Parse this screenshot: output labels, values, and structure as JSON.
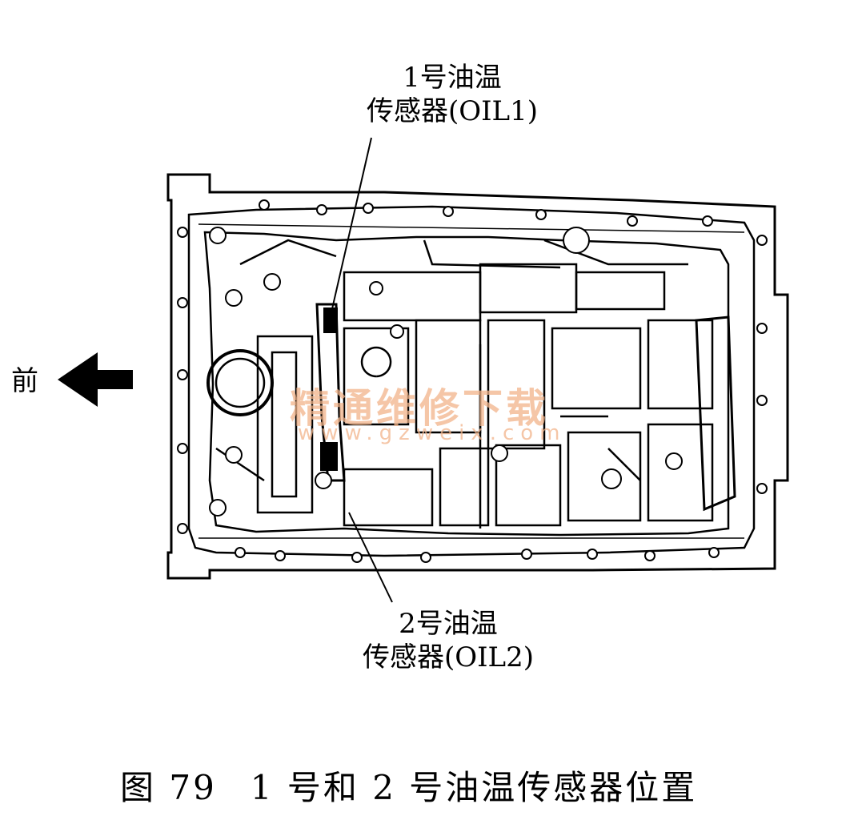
{
  "labels": {
    "oil1_line1": "1号油温",
    "oil1_line2": "传感器(OIL1)",
    "oil2_line1": "2号油温",
    "oil2_line2": "传感器(OIL2)",
    "front": "前"
  },
  "caption": {
    "figure": "图 79",
    "text": "1 号和 2 号油温传感器位置"
  },
  "watermark": {
    "main": "精通维修下载",
    "url": "www.gzweix.com"
  },
  "icons": {
    "front_arrow": "left-arrow-icon"
  },
  "colors": {
    "line": "#000000",
    "watermark": "#f2b48a"
  }
}
